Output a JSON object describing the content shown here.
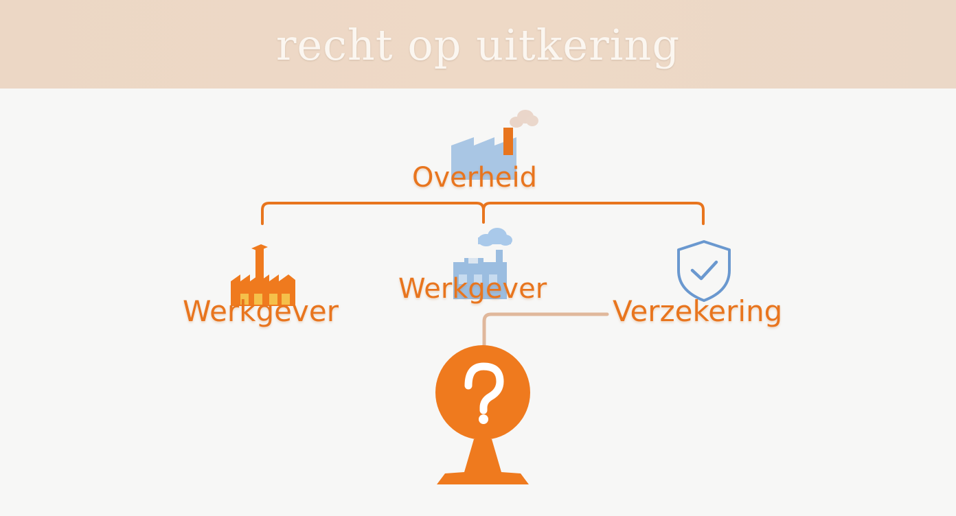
{
  "title": "recht op uitkering",
  "nodes": {
    "top": {
      "label": "Overheid",
      "icon": "factory-icon"
    },
    "left": {
      "label": "Werkgever",
      "icon": "factory-icon"
    },
    "middle": {
      "label": "Werkgever",
      "icon": "building-cloud-icon"
    },
    "right": {
      "label": "Verzekering",
      "icon": "shield-check-icon"
    }
  },
  "question_marker": {
    "icon": "question-mark-icon"
  },
  "colors": {
    "accent": "#e8751e",
    "header_band": "#edd8c6",
    "title_text": "#fbf6f0",
    "icon_blue": "#7aa7d6",
    "background": "#f7f7f6"
  }
}
